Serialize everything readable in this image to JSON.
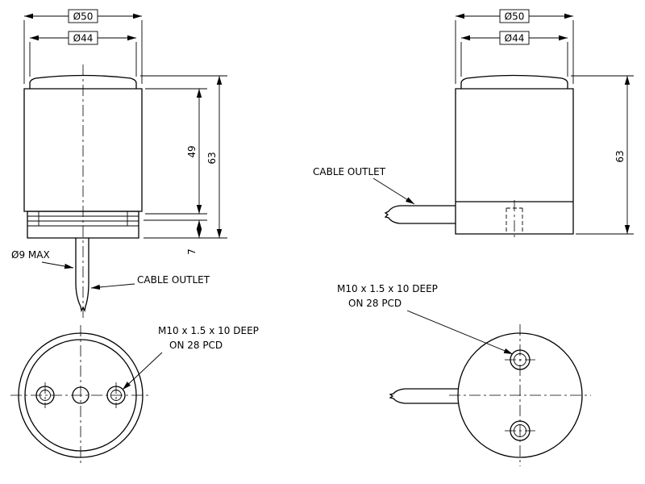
{
  "drawing": {
    "front_view": {
      "dia50": "Ø50",
      "dia44": "Ø44",
      "height_partial": "49",
      "height_total": "63",
      "base_height": "7",
      "cable_dia": "Ø9 MAX",
      "cable_outlet": "CABLE OUTLET"
    },
    "side_view": {
      "dia50": "Ø50",
      "dia44": "Ø44",
      "height_total": "63",
      "cable_outlet": "CABLE OUTLET"
    },
    "bottom_view_front": {
      "thread_note_line1": "M10 x 1.5 x 10 DEEP",
      "thread_note_line2": "ON 28 PCD"
    },
    "bottom_view_side": {
      "thread_note_line1": "M10 x 1.5 x 10 DEEP",
      "thread_note_line2": "ON 28 PCD"
    }
  }
}
